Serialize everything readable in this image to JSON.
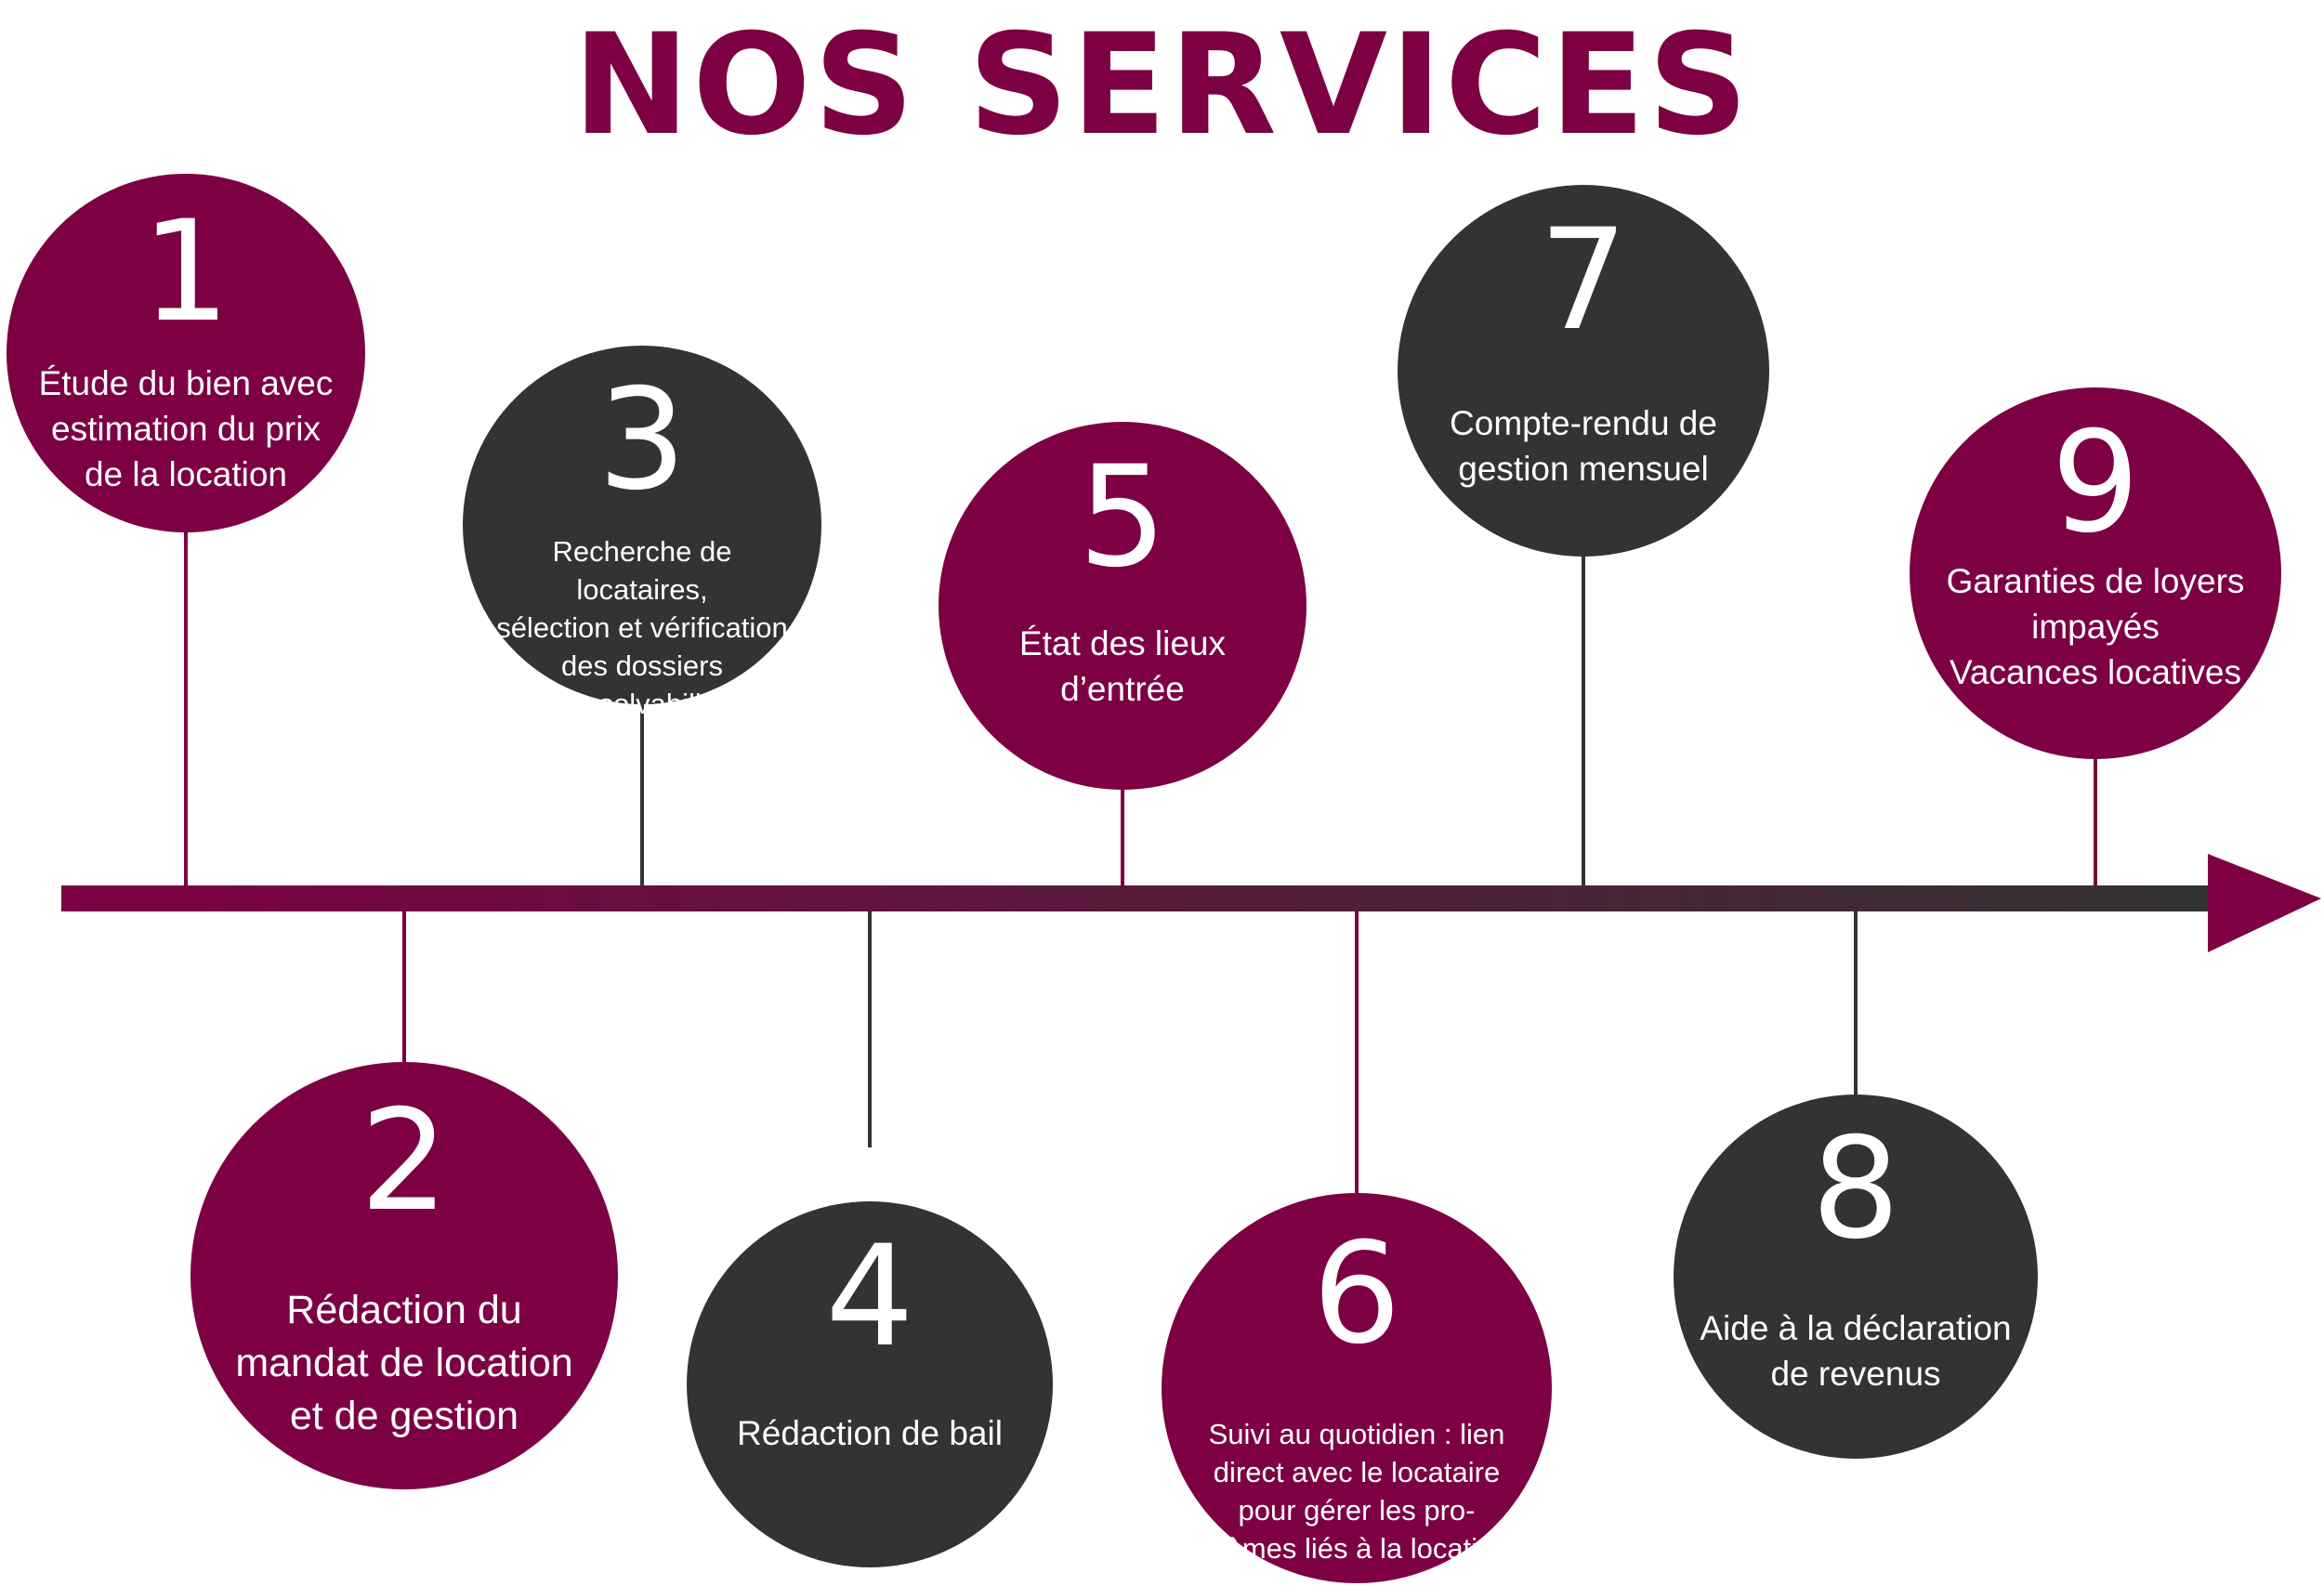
{
  "title": "NOS SERVICES",
  "colors": {
    "primary": "#7d0043",
    "dark": "#333333",
    "arrow_start": "#7d0043",
    "arrow_end": "#333333"
  },
  "steps": [
    {
      "number": "1",
      "lines": [
        "Étude du bien avec",
        "estimation du prix",
        "de la location"
      ],
      "color": "primary"
    },
    {
      "number": "2",
      "lines": [
        "Rédaction du",
        "mandat de location",
        "et de gestion"
      ],
      "color": "primary"
    },
    {
      "number": "3",
      "lines": [
        "Recherche de locataires,",
        "sélection  et vérification",
        "des dossiers",
        "de solvabilité"
      ],
      "color": "dark"
    },
    {
      "number": "4",
      "lines": [
        "Rédaction de bail"
      ],
      "color": "dark"
    },
    {
      "number": "5",
      "lines": [
        "État des lieux",
        "d’entrée"
      ],
      "color": "primary"
    },
    {
      "number": "6",
      "lines": [
        "Suivi au quotidien : lien",
        "direct avec le locataire",
        "pour gérer les pro-",
        "blèmes liés à la location"
      ],
      "color": "primary"
    },
    {
      "number": "7",
      "lines": [
        "Compte-rendu de",
        "gestion mensuel"
      ],
      "color": "dark"
    },
    {
      "number": "8",
      "lines": [
        "Aide à la déclaration",
        "de revenus"
      ],
      "color": "dark"
    },
    {
      "number": "9",
      "lines": [
        "Garanties de loyers",
        "impayés",
        "Vacances locatives"
      ],
      "color": "primary"
    }
  ]
}
